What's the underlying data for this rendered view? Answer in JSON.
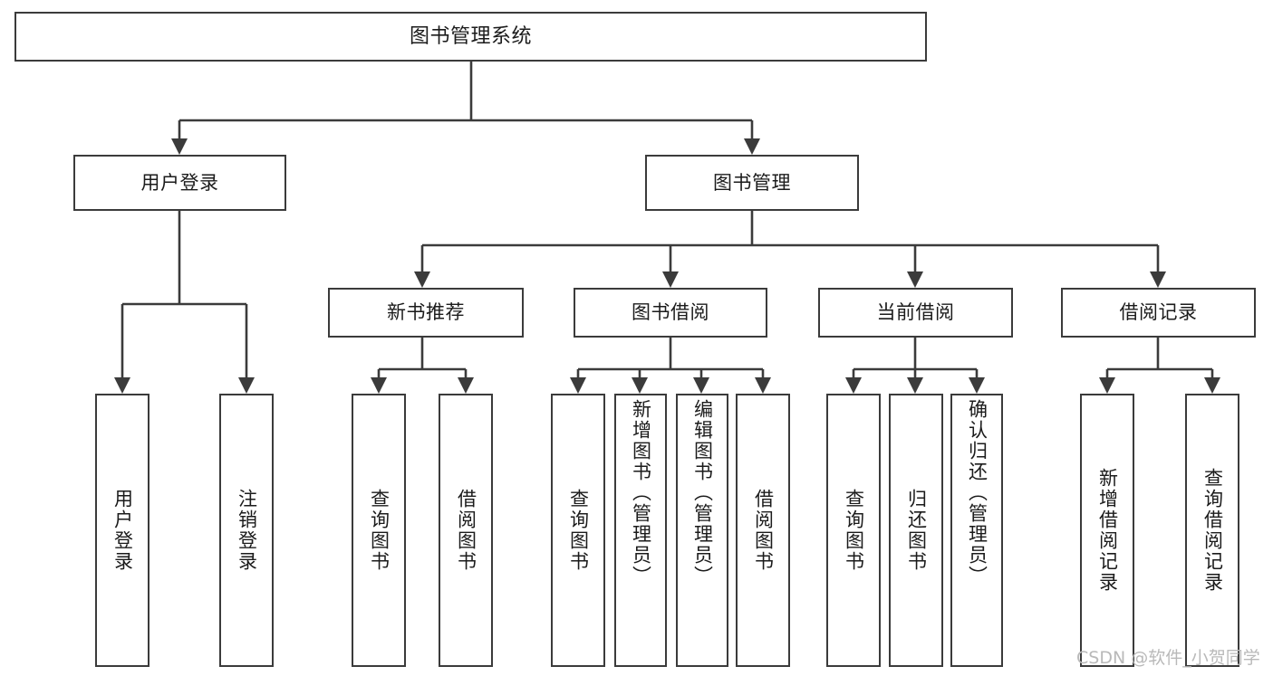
{
  "diagram": {
    "title": "图书管理系统",
    "watermark": "CSDN @软件_小贺同学",
    "colors": {
      "stroke": "#3b3b3b",
      "background": "#ffffff",
      "text": "#1b1b1b",
      "watermark": "#b9b9b9"
    },
    "nodes": {
      "root": {
        "label": "图书管理系统"
      },
      "level2": [
        {
          "label": "用户登录"
        },
        {
          "label": "图书管理"
        }
      ],
      "level3": [
        {
          "label": "新书推荐"
        },
        {
          "label": "图书借阅"
        },
        {
          "label": "当前借阅"
        },
        {
          "label": "借阅记录"
        }
      ],
      "leaves": {
        "user_login": [
          {
            "label": "用户登录"
          },
          {
            "label": "注销登录"
          }
        ],
        "new_book_recommend": [
          {
            "label": "查询图书"
          },
          {
            "label": "借阅图书"
          }
        ],
        "book_borrow": [
          {
            "label": "查询图书"
          },
          {
            "label": "新增图书（管理员）"
          },
          {
            "label": "编辑图书（管理员）"
          },
          {
            "label": "借阅图书"
          }
        ],
        "current_borrow": [
          {
            "label": "查询图书"
          },
          {
            "label": "归还图书"
          },
          {
            "label": "确认归还（管理员）"
          }
        ],
        "borrow_record": [
          {
            "label": "新增借阅记录"
          },
          {
            "label": "查询借阅记录"
          }
        ]
      }
    }
  }
}
